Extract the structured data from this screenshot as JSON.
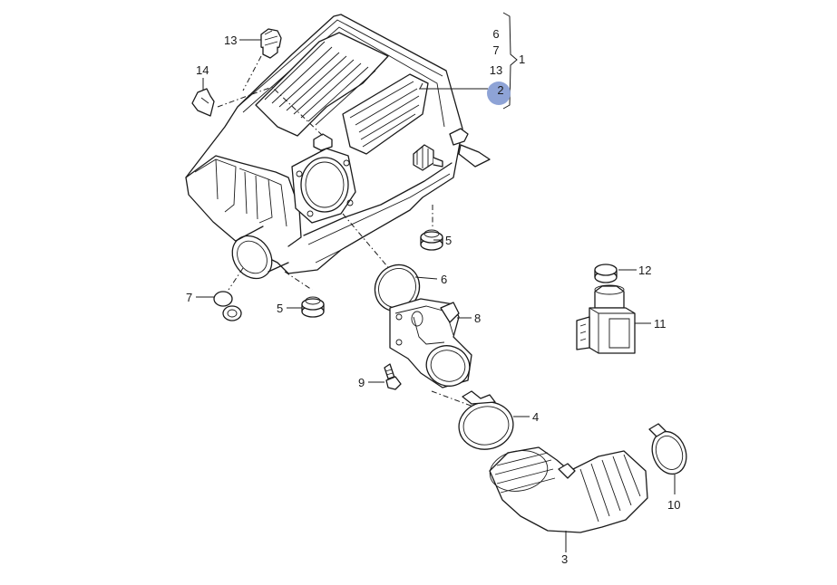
{
  "diagram": {
    "group_labels": [
      "6",
      "7",
      "13",
      "2"
    ],
    "group_total_label": "1",
    "callouts": {
      "c13": "13",
      "c14": "14",
      "c5a": "5",
      "c6": "6",
      "c8": "8",
      "c12": "12",
      "c11": "11",
      "c7": "7",
      "c5b": "5",
      "c9": "9",
      "c4": "4",
      "c10": "10",
      "c3": "3"
    },
    "highlight_color": "#8ea3d6"
  }
}
